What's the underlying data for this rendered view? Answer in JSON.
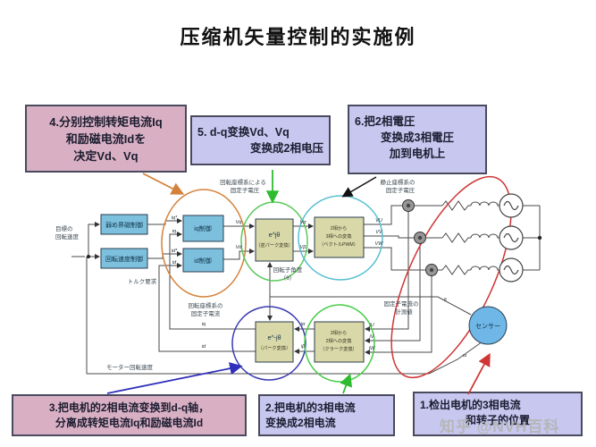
{
  "title": "压缩机矢量控制的实施例",
  "watermark": "知乎 @NVH百科",
  "callouts": {
    "c1": {
      "lines": [
        "1.检出电机的3相电流",
        "和转子的位置"
      ]
    },
    "c2": {
      "lines": [
        "2.把电机的3相电流",
        "变换成2相电流"
      ]
    },
    "c3": {
      "lines": [
        "3.把电机的2相电流变换到d-q轴，",
        "分离成转矩电流Iq和励磁电流Id"
      ]
    },
    "c4": {
      "lines": [
        "4.分别控制转矩电流Iq",
        "和励磁电流Idを",
        "决定Vd、Vq"
      ]
    },
    "c5": {
      "lines": [
        "5. d-q变换Vd、Vq",
        "变换成2相电压"
      ]
    },
    "c6": {
      "lines": [
        "6.把2相電圧",
        "变换成3相電圧",
        "加到电机上"
      ]
    }
  },
  "diagram": {
    "blocks": {
      "field_weakening": "弱め界磁制御",
      "speed_control": "回転速度制御",
      "iq_control": "iq制御",
      "id_control": "id制御",
      "inv_park_1": "e^jθ",
      "inv_park_2": "（逆パーク変換）",
      "two_three_1": "2相から",
      "two_three_2": "3相への変換",
      "two_three_3": "（ベクトルPWM）",
      "park_1": "e^-jθ",
      "park_2": "（パーク変換）",
      "three_two_1": "3相から",
      "three_two_2": "2相への変換",
      "three_two_3": "（クラーク変換）",
      "sensor": "センサー"
    },
    "labels": {
      "target_speed_1": "目標の",
      "target_speed_2": "回転速度",
      "torque_request": "トルク要求",
      "motor_speed": "モーター回転速度",
      "rot_voltage_1": "回転座標系による",
      "rot_voltage_2": "固定子電圧",
      "stat_voltage_1": "静止座標系の",
      "stat_voltage_2": "固定子電圧",
      "rot_current_1": "回転座標系の",
      "rot_current_2": "固定子電流",
      "meas_current_1": "固定子電流の",
      "meas_current_2": "計測値",
      "rotor_angle_1": "回転子角度",
      "rotor_angle_2": "（θ）"
    },
    "wires": {
      "iq_ref": "iq*",
      "iq_in": "iq",
      "id_ref": "id*",
      "id_in": "id",
      "vq": "Vq",
      "vd": "Vd",
      "valpha": "Vα",
      "vbeta": "Vβ",
      "vu": "VU",
      "vv": "VV",
      "vw": "VW",
      "iu": "iU",
      "iv": "iV",
      "iw": "iW",
      "ialpha": "iα",
      "ibeta": "iβ",
      "iq_fb": "iq",
      "id_fb": "id",
      "theta": "θ",
      "omega": "ω"
    },
    "colors": {
      "callout_pink": "#d9b0c3",
      "callout_lavender": "#c7c7ef",
      "block_blue": "#7cc0dd",
      "block_olive": "#d8d8a8",
      "sensor_blue": "#6fb7e6",
      "ellipse_orange": "#d4813a",
      "ellipse_green": "#4ec94e",
      "ellipse_cyan": "#56bfd2",
      "ellipse_blue": "#3a3ab2",
      "ellipse_red": "#cf3535"
    }
  }
}
